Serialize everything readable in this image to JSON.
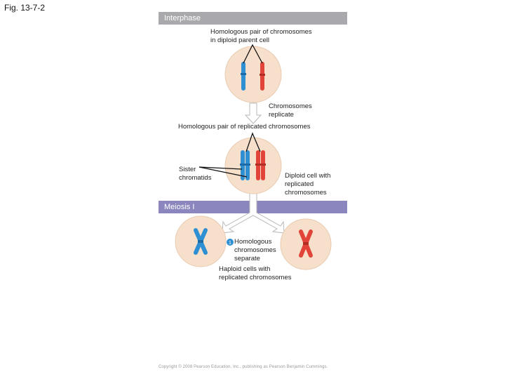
{
  "figure_label": "Fig. 13-7-2",
  "bands": {
    "interphase": "Interphase",
    "meiosis": "Meiosis I"
  },
  "labels": {
    "homologous_pair": [
      "Homologous pair of chromosomes",
      "in diploid parent cell"
    ],
    "replicate": [
      "Chromosomes",
      "replicate"
    ],
    "homologous_replicated": "Homologous pair of replicated chromosomes",
    "sister": [
      "Sister",
      "chromatids"
    ],
    "diploid_cell": [
      "Diploid cell with",
      "replicated",
      "chromosomes"
    ],
    "step_number": "1",
    "homologous_separate": [
      "Homologous",
      "chromosomes",
      "separate"
    ],
    "haploid": [
      "Haploid cells with",
      "replicated chromosomes"
    ]
  },
  "copyright": "Copyright © 2008 Pearson Education, Inc., publishing as Pearson Benjamin Cummings.",
  "colors": {
    "cell_fill": "#f6dfcb",
    "cell_stroke": "#e8cbb2",
    "chromosome_blue": "#2f8fd3",
    "chromosome_red": "#e2443a",
    "arrow_fill": "#ffffff",
    "arrow_stroke": "#b8b8b8",
    "interphase_band": "#a9a9ad",
    "meiosis_band": "#8b87be",
    "step_badge": "#2f8fd3"
  }
}
